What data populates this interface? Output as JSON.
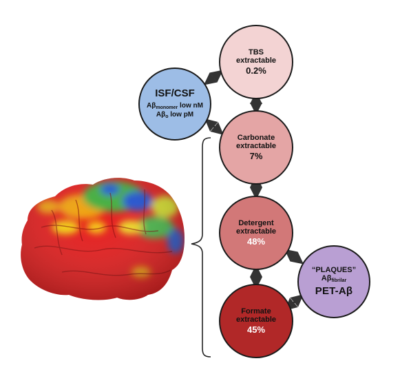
{
  "colors": {
    "tbs": "#f3d3d3",
    "isf": "#9dbde6",
    "carbonate": "#e4a5a5",
    "detergent": "#d27878",
    "formate": "#b12828",
    "plaques": "#b99fd3",
    "arrow": "#333333"
  },
  "brain": {
    "image_label": "brain-surface-map"
  },
  "nodes": {
    "tbs": {
      "line1": "TBS",
      "line2": "extractable",
      "percent": "0.2%"
    },
    "isf": {
      "title": "ISF/CSF",
      "line1_base": "Aβ",
      "line1_sub": "monomer",
      "line1_tail": " low nM",
      "line2_base": "Aβ",
      "line2_sub": "o",
      "line2_tail": " low pM"
    },
    "carbonate": {
      "line1": "Carbonate",
      "line2": "extractable",
      "percent": "7%"
    },
    "detergent": {
      "line1": "Detergent",
      "line2": "extractable",
      "percent": "48%"
    },
    "formate": {
      "line1": "Formate",
      "line2": "extractable",
      "percent": "45%"
    },
    "plaques": {
      "line1": "“PLAQUES”",
      "line2_base": "Aβ",
      "line2_sub": "fibrilar",
      "line3": "PET-Aβ"
    }
  }
}
